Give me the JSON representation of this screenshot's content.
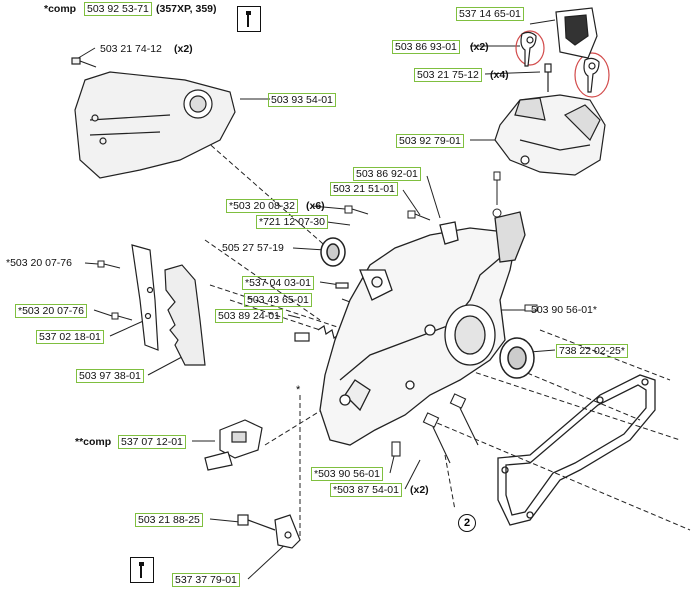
{
  "labels": {
    "comp_main_prefix": "*comp",
    "comp_main_code": "503 92 53-71",
    "comp_main_suffix": "(357XP, 359)",
    "p537146501": "537 14 65-01",
    "p503869301": "503 86 93-01",
    "x2_a": "(x2)",
    "p503217512": "503 21 75-12",
    "x4": "(x4)",
    "p503217412": "503 21 74-12",
    "x2_b": "(x2)",
    "p503935401": "503 93 54-01",
    "p503927901": "503 92 79-01",
    "p503869201": "503 86 92-01",
    "p503215101": "503 21 51-01",
    "p503200832": "*503 20 08-32",
    "x6": "(x6)",
    "p721120730": "*721 12 07-30",
    "p505275719": "505 27 57-19",
    "p503200776a": "*503 20 07-76",
    "p537040301": "*537 04 03-01",
    "p503436501": "503 43 65-01",
    "p503200776b": "*503 20 07-76",
    "p503892401": "503 89 24-01",
    "p503905601a": "503 90 56-01*",
    "p537021801": "537 02 18-01",
    "p738220225": "738 22 02-25*",
    "p503973801": "503 97 38-01",
    "star_center": "*",
    "comp2_prefix": "**comp",
    "p537071201": "537 07 12-01",
    "p503905601b": "*503 90 56-01",
    "p503875401": "*503 87 54-01",
    "x2_c": "(x2)",
    "circle2": "2",
    "p503218825": "503 21 88-25",
    "p537377901": "537 37 79-01"
  },
  "icons": {
    "tool_top": "wrench-icon",
    "tool_bottom": "wrench-icon"
  },
  "colors": {
    "label_border": "#7fbf3f",
    "highlight_circle": "#d24a4a"
  }
}
